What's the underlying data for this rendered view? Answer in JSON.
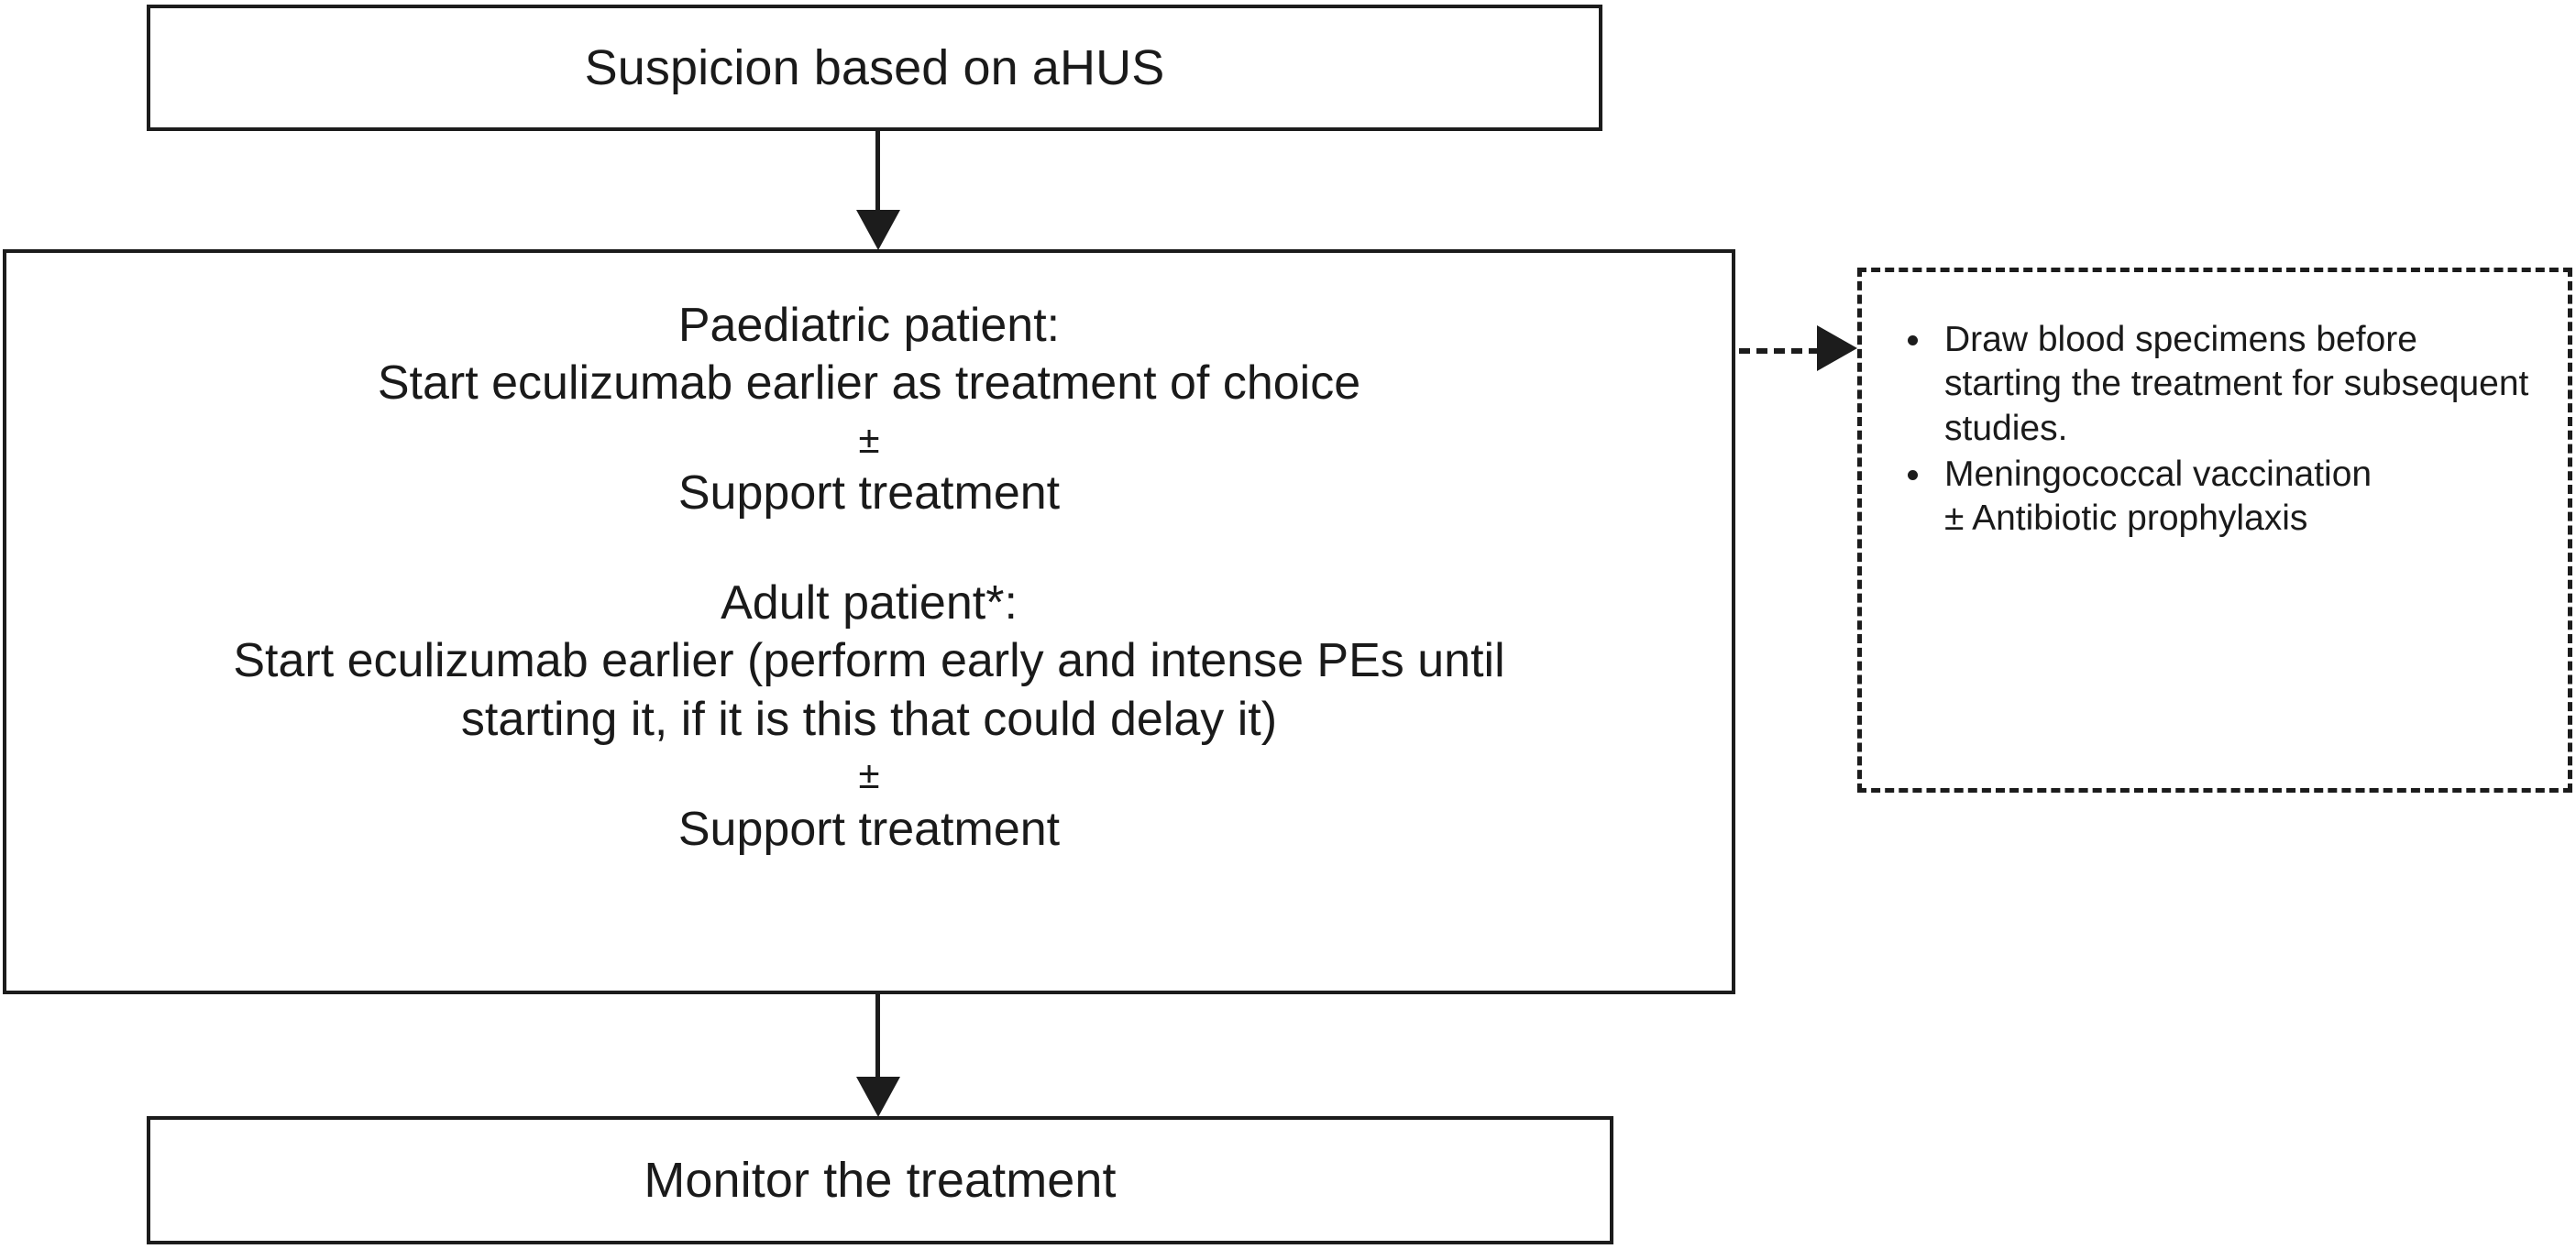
{
  "diagram": {
    "title": "aHUS suspicion and eculizumab treatment flowchart",
    "line_color": "#1c1c1c",
    "background": "#ffffff"
  },
  "nodes": {
    "suspicion": {
      "label": "Suspicion based on aHUS"
    },
    "treatment": {
      "paediatric_heading": "Paediatric patient:",
      "paediatric_line1": "Start eculizumab earlier as treatment of choice",
      "paediatric_plusminus": "±",
      "paediatric_line2": "Support treatment",
      "adult_heading": "Adult patient*:",
      "adult_line1": "Start eculizumab earlier (perform early and intense PEs until",
      "adult_line2": "starting it, if it is this that could delay it)",
      "adult_plusminus": "±",
      "adult_line3": "Support treatment"
    },
    "monitor": {
      "label": "Monitor the treatment"
    },
    "notes": {
      "bullets": [
        {
          "text": "Draw blood specimens before starting the treatment for subsequent studies.",
          "sub": ""
        },
        {
          "text": "Meningococcal vaccination",
          "sub": "± Antibiotic prophylaxis"
        }
      ]
    }
  },
  "connectors": {
    "suspicion_to_treatment": {
      "style": "solid",
      "direction": "down"
    },
    "treatment_to_notes": {
      "style": "dashed",
      "direction": "right"
    },
    "treatment_to_monitor": {
      "style": "solid",
      "direction": "down"
    }
  }
}
